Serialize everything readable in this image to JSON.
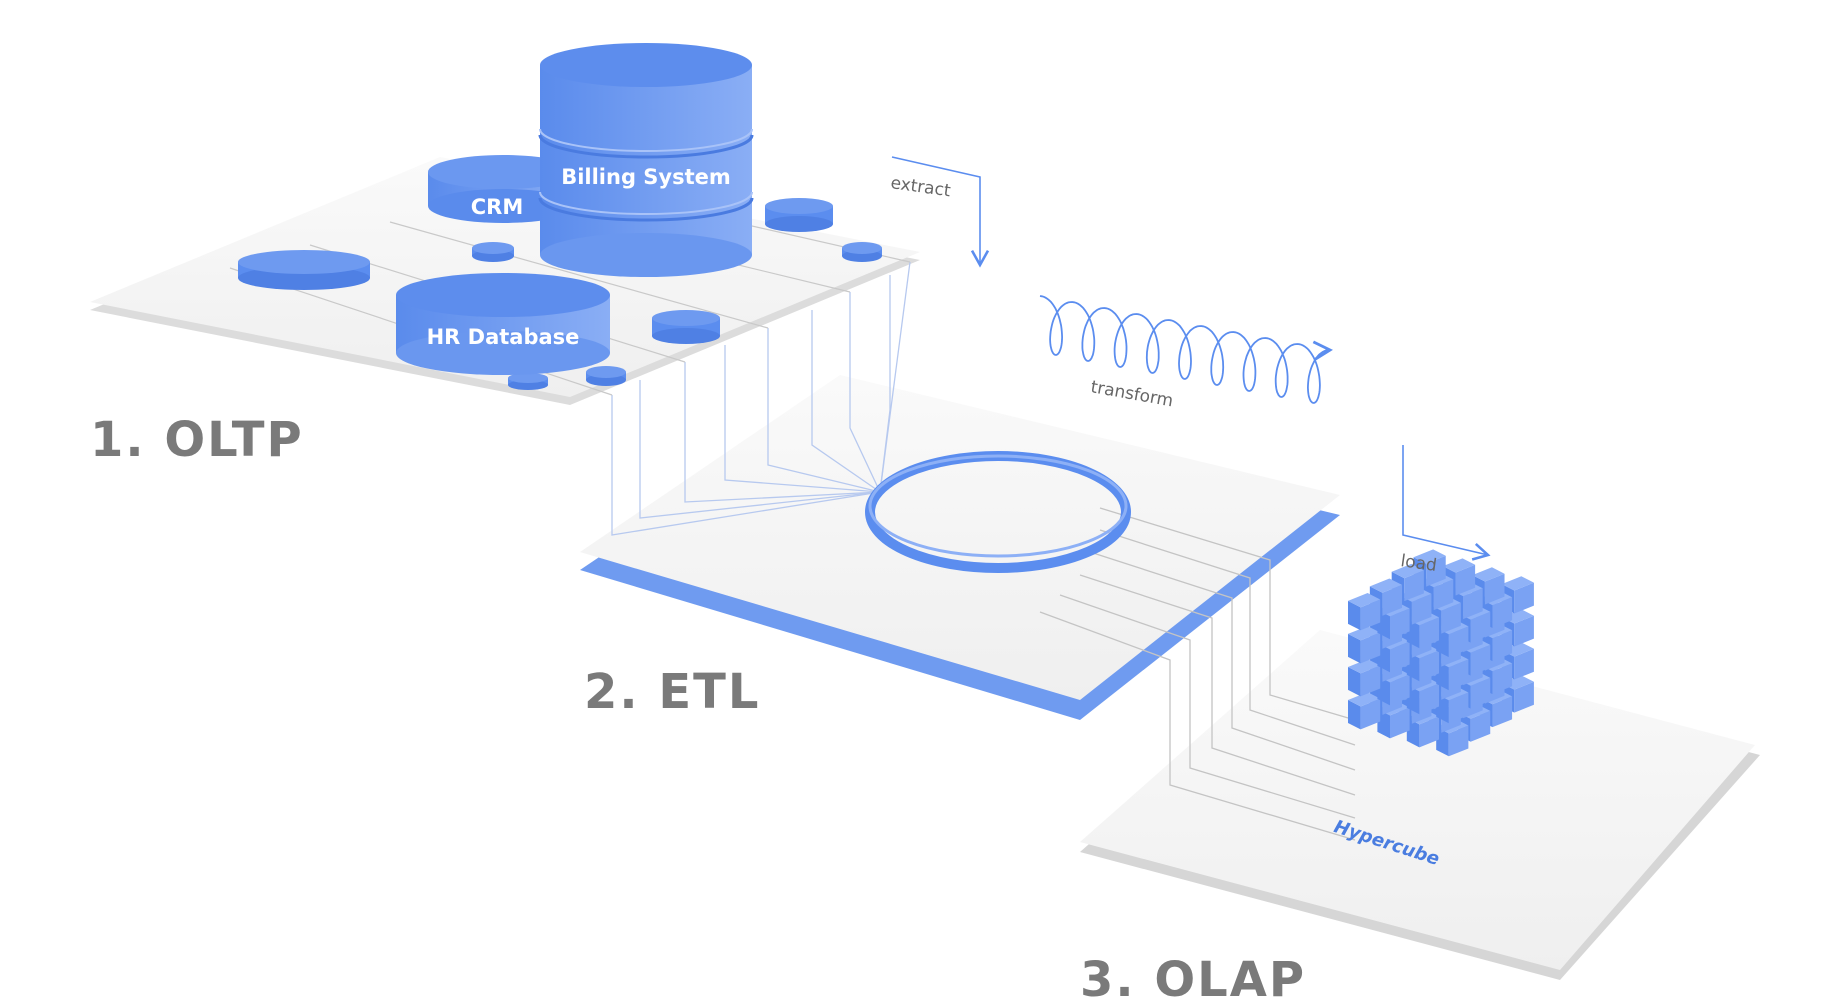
{
  "stages": {
    "oltp": "1. OLTP",
    "etl": "2. ETL",
    "olap": "3. OLAP"
  },
  "databases": {
    "billing": "Billing System",
    "crm": "CRM",
    "hr": "HR Database"
  },
  "flow": {
    "extract": "extract",
    "transform": "transform",
    "load": "load"
  },
  "cube": {
    "label": "Hypercube"
  },
  "colors": {
    "accent": "#5b8def",
    "accent_light": "#7ea6f4",
    "platform": "#f3f3f3",
    "platform_edge": "#d7d7d7",
    "label_gray": "#7a7a7a"
  }
}
